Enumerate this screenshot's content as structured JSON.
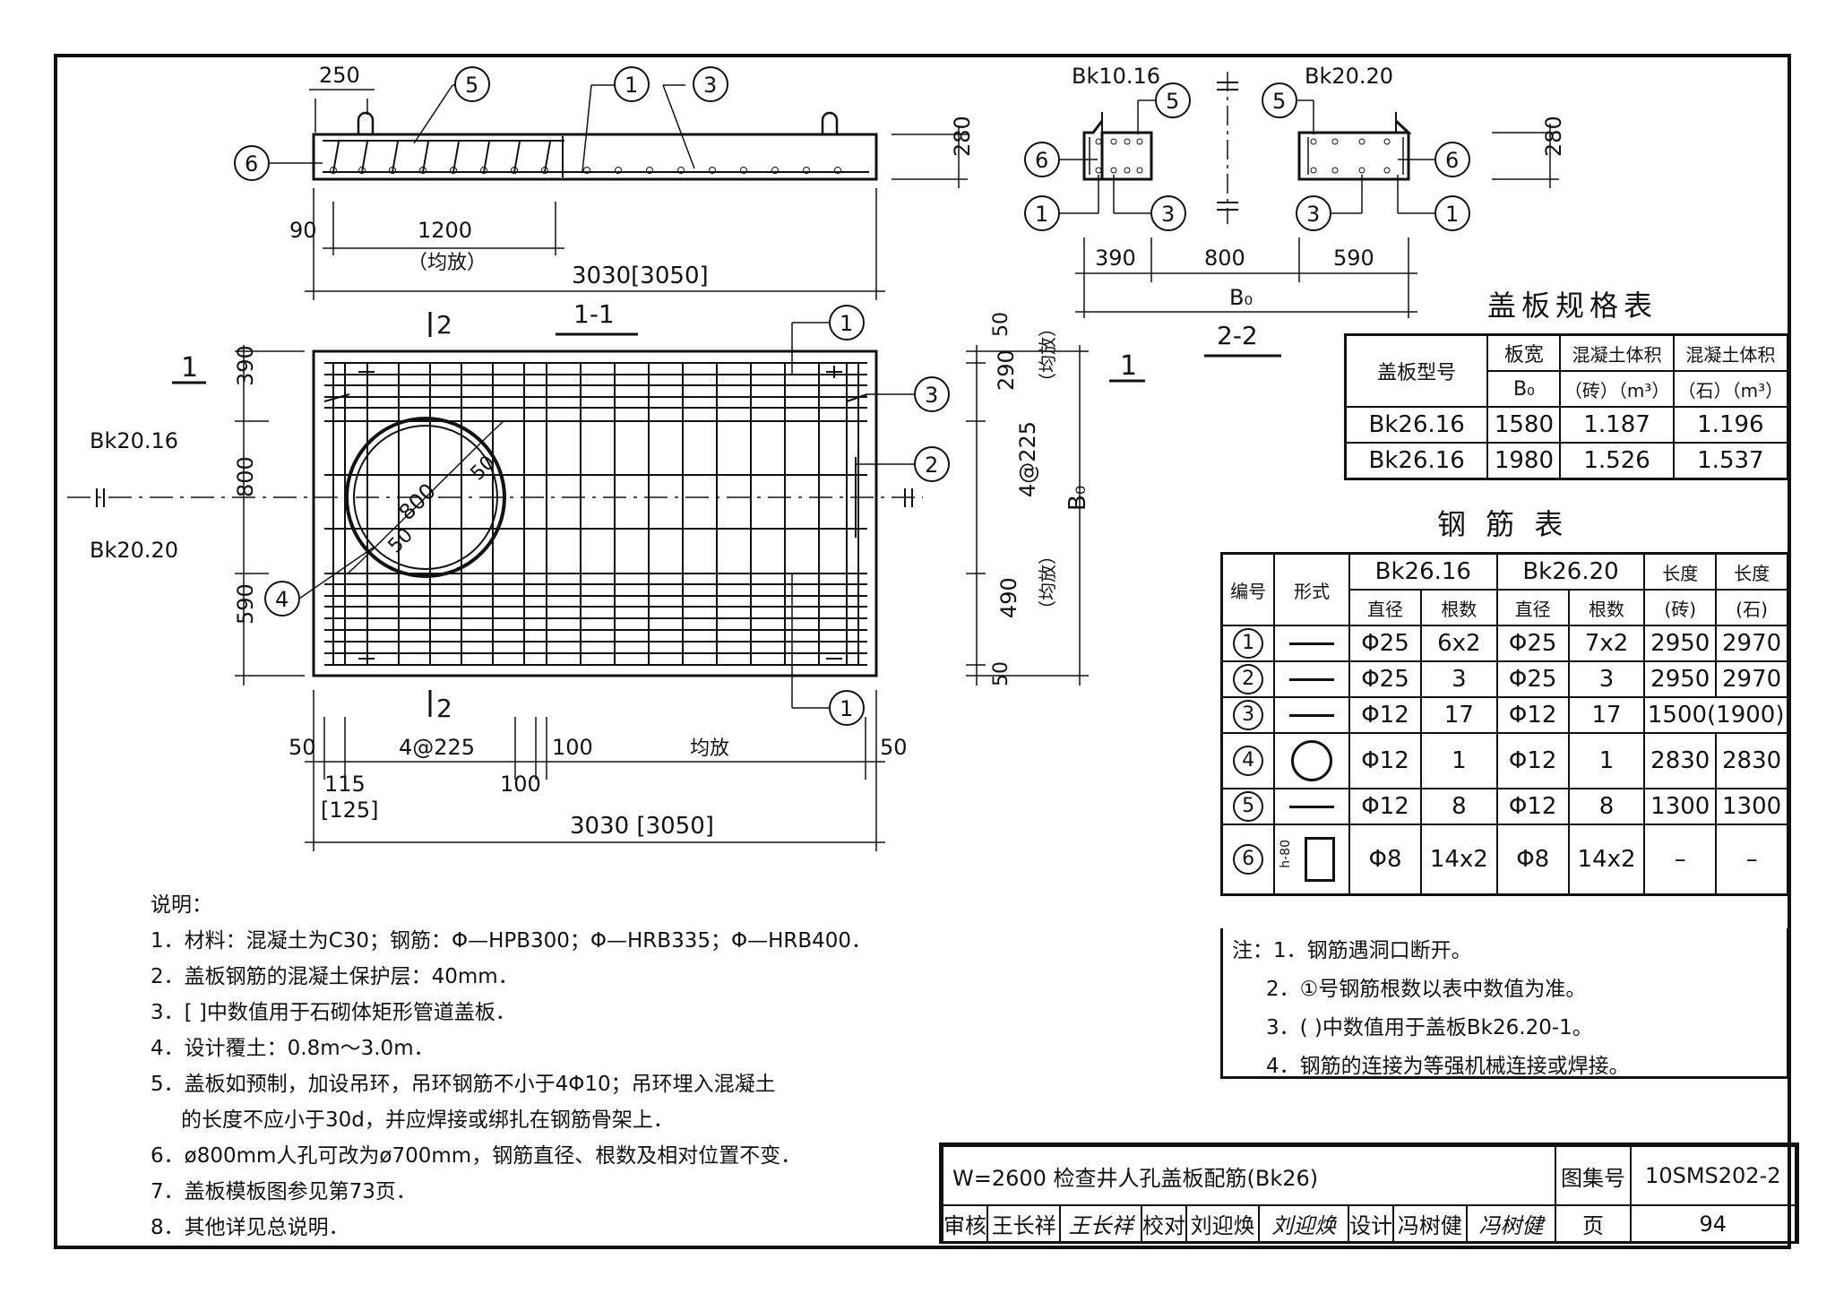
{
  "section_1_1": {
    "title": "1-1",
    "dim_top": "250",
    "dim_left": "90",
    "dim_spacing": "1200",
    "dim_spacing_note": "（均放）",
    "dim_total": "3030[3050]",
    "dim_height": "280",
    "callouts": [
      "5",
      "1",
      "3",
      "6"
    ]
  },
  "section_2_2": {
    "title": "2-2",
    "label_left": "Bk10.16",
    "label_right": "Bk20.20",
    "dims": [
      "390",
      "800",
      "590"
    ],
    "dim_total": "B₀",
    "dim_height": "280",
    "callouts": [
      "5",
      "5",
      "6",
      "6",
      "1",
      "3",
      "3",
      "1"
    ]
  },
  "plan": {
    "section_mark_left": "1",
    "section_mark_right": "1",
    "section_mark_top": "2",
    "section_mark_bottom": "2",
    "label_bk20_16": "Bk20.16",
    "label_bk20_20": "Bk20.20",
    "left_dims": [
      "390",
      "800",
      "590"
    ],
    "right_dims": [
      "50",
      "290",
      "4@225",
      "490",
      "50"
    ],
    "right_notes": [
      "（均放）",
      "（均放）"
    ],
    "b0": "B₀",
    "circle_dia": "800",
    "circle_50a": "50",
    "circle_50b": "50",
    "bottom_dims": [
      "50",
      "4@225",
      "100",
      "均放",
      "50"
    ],
    "bottom_dims2": [
      "115",
      "[125]",
      "100"
    ],
    "bottom_total": "3030 [3050]",
    "callouts": [
      "1",
      "3",
      "2",
      "4",
      "1"
    ]
  },
  "spec_table": {
    "title": "盖板规格表",
    "headers": [
      "盖板型号",
      "板宽",
      "混凝土体积",
      "混凝土体积"
    ],
    "subheaders": [
      "B₀",
      "（砖）（m³）",
      "（石）（m³）"
    ],
    "rows": [
      [
        "Bk26.16",
        "1580",
        "1.187",
        "1.196"
      ],
      [
        "Bk26.16",
        "1980",
        "1.526",
        "1.537"
      ]
    ]
  },
  "rebar_table": {
    "title": "钢 筋 表",
    "h_no": "编号",
    "h_form": "形式",
    "h_group1": "Bk26.16",
    "h_group2": "Bk26.20",
    "h_len_brick": "长度",
    "h_len_stone": "长度",
    "h_dia": "直径",
    "h_count": "根数",
    "h_brick": "(砖)",
    "h_stone": "(石)",
    "rows": [
      {
        "no": "1",
        "d1": "Φ25",
        "n1": "6x2",
        "d2": "Φ25",
        "n2": "7x2",
        "lb": "2950",
        "ls": "2970"
      },
      {
        "no": "2",
        "d1": "Φ25",
        "n1": "3",
        "d2": "Φ25",
        "n2": "3",
        "lb": "2950",
        "ls": "2970"
      },
      {
        "no": "3",
        "d1": "Φ12",
        "n1": "17",
        "d2": "Φ12",
        "n2": "17",
        "lb": "1500(1900)",
        "ls": ""
      },
      {
        "no": "4",
        "d1": "Φ12",
        "n1": "1",
        "d2": "Φ12",
        "n2": "1",
        "lb": "2830",
        "ls": "2830"
      },
      {
        "no": "5",
        "d1": "Φ12",
        "n1": "8",
        "d2": "Φ12",
        "n2": "8",
        "lb": "1300",
        "ls": "1300"
      },
      {
        "no": "6",
        "d1": "Φ8",
        "n1": "14x2",
        "d2": "Φ8",
        "n2": "14x2",
        "lb": "–",
        "ls": "–"
      }
    ],
    "stirrup_label": "h-80"
  },
  "table_notes": [
    "注：1．钢筋遇洞口断开。",
    "2．①号钢筋根数以表中数值为准。",
    "3．( )中数值用于盖板Bk26.20-1。",
    "4．钢筋的连接为等强机械连接或焊接。"
  ],
  "notes": [
    "说明：",
    "1．材料：混凝土为C30；钢筋：Φ—HPB300；Φ—HRB335；Φ—HRB400．",
    "2．盖板钢筋的混凝土保护层：40mm．",
    "3．[ ]中数值用于石砌体矩形管道盖板．",
    "4．设计覆土：0.8m～3.0m．",
    "5．盖板如预制，加设吊环，吊环钢筋不小于4Φ10；吊环埋入混凝土",
    "的长度不应小于30d，并应焊接或绑扎在钢筋骨架上．",
    "6．ø800mm人孔可改为ø700mm，钢筋直径、根数及相对位置不变．",
    "7．盖板模板图参见第73页．",
    "8．其他详见总说明．"
  ],
  "title_block": {
    "title": "W=2600 检查井人孔盖板配筋(Bk26)",
    "atlas_label": "图集号",
    "atlas_no": "10SMS202-2",
    "review_label": "审核",
    "reviewer": "王长祥",
    "reviewer_sig": "王长祥",
    "check_label": "校对",
    "checker": "刘迎焕",
    "checker_sig": "刘迎焕",
    "design_label": "设计",
    "designer": "冯树健",
    "designer_sig": "冯树健",
    "page_label": "页",
    "page_no": "94"
  }
}
